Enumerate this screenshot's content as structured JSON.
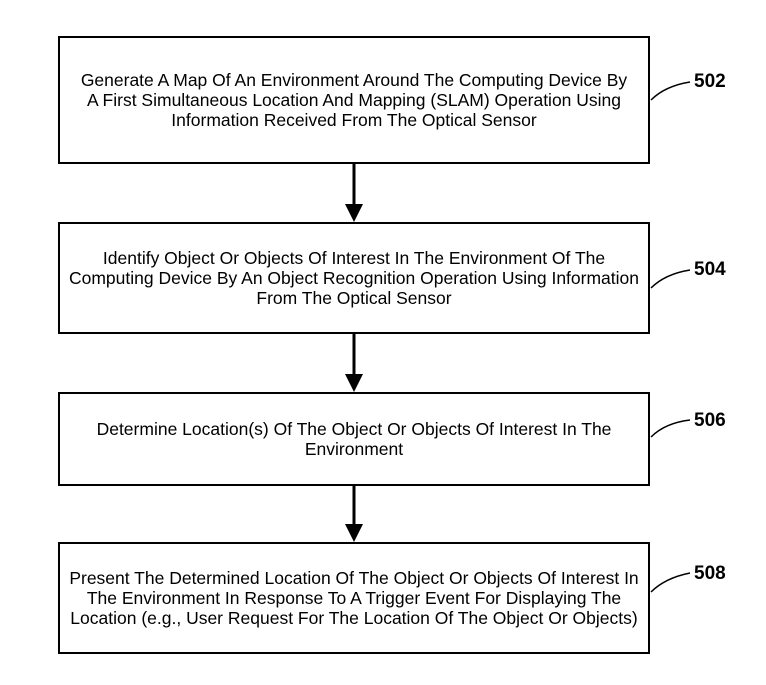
{
  "steps": [
    {
      "ref": "502",
      "text": "Generate A Map Of An Environment Around The Computing Device By A First Simultaneous Location And Mapping (SLAM) Operation Using Information Received From The Optical Sensor"
    },
    {
      "ref": "504",
      "text": "Identify Object Or Objects Of Interest In The Environment Of The Computing Device By An Object Recognition Operation Using Information From The Optical Sensor"
    },
    {
      "ref": "506",
      "text": "Determine Location(s) Of The Object Or Objects Of Interest In The Environment"
    },
    {
      "ref": "508",
      "text": "Present The Determined Location Of The Object Or Objects Of Interest In The Environment In Response To A Trigger Event For Displaying The Location (e.g., User Request For The Location Of The Object Or Objects)"
    }
  ]
}
